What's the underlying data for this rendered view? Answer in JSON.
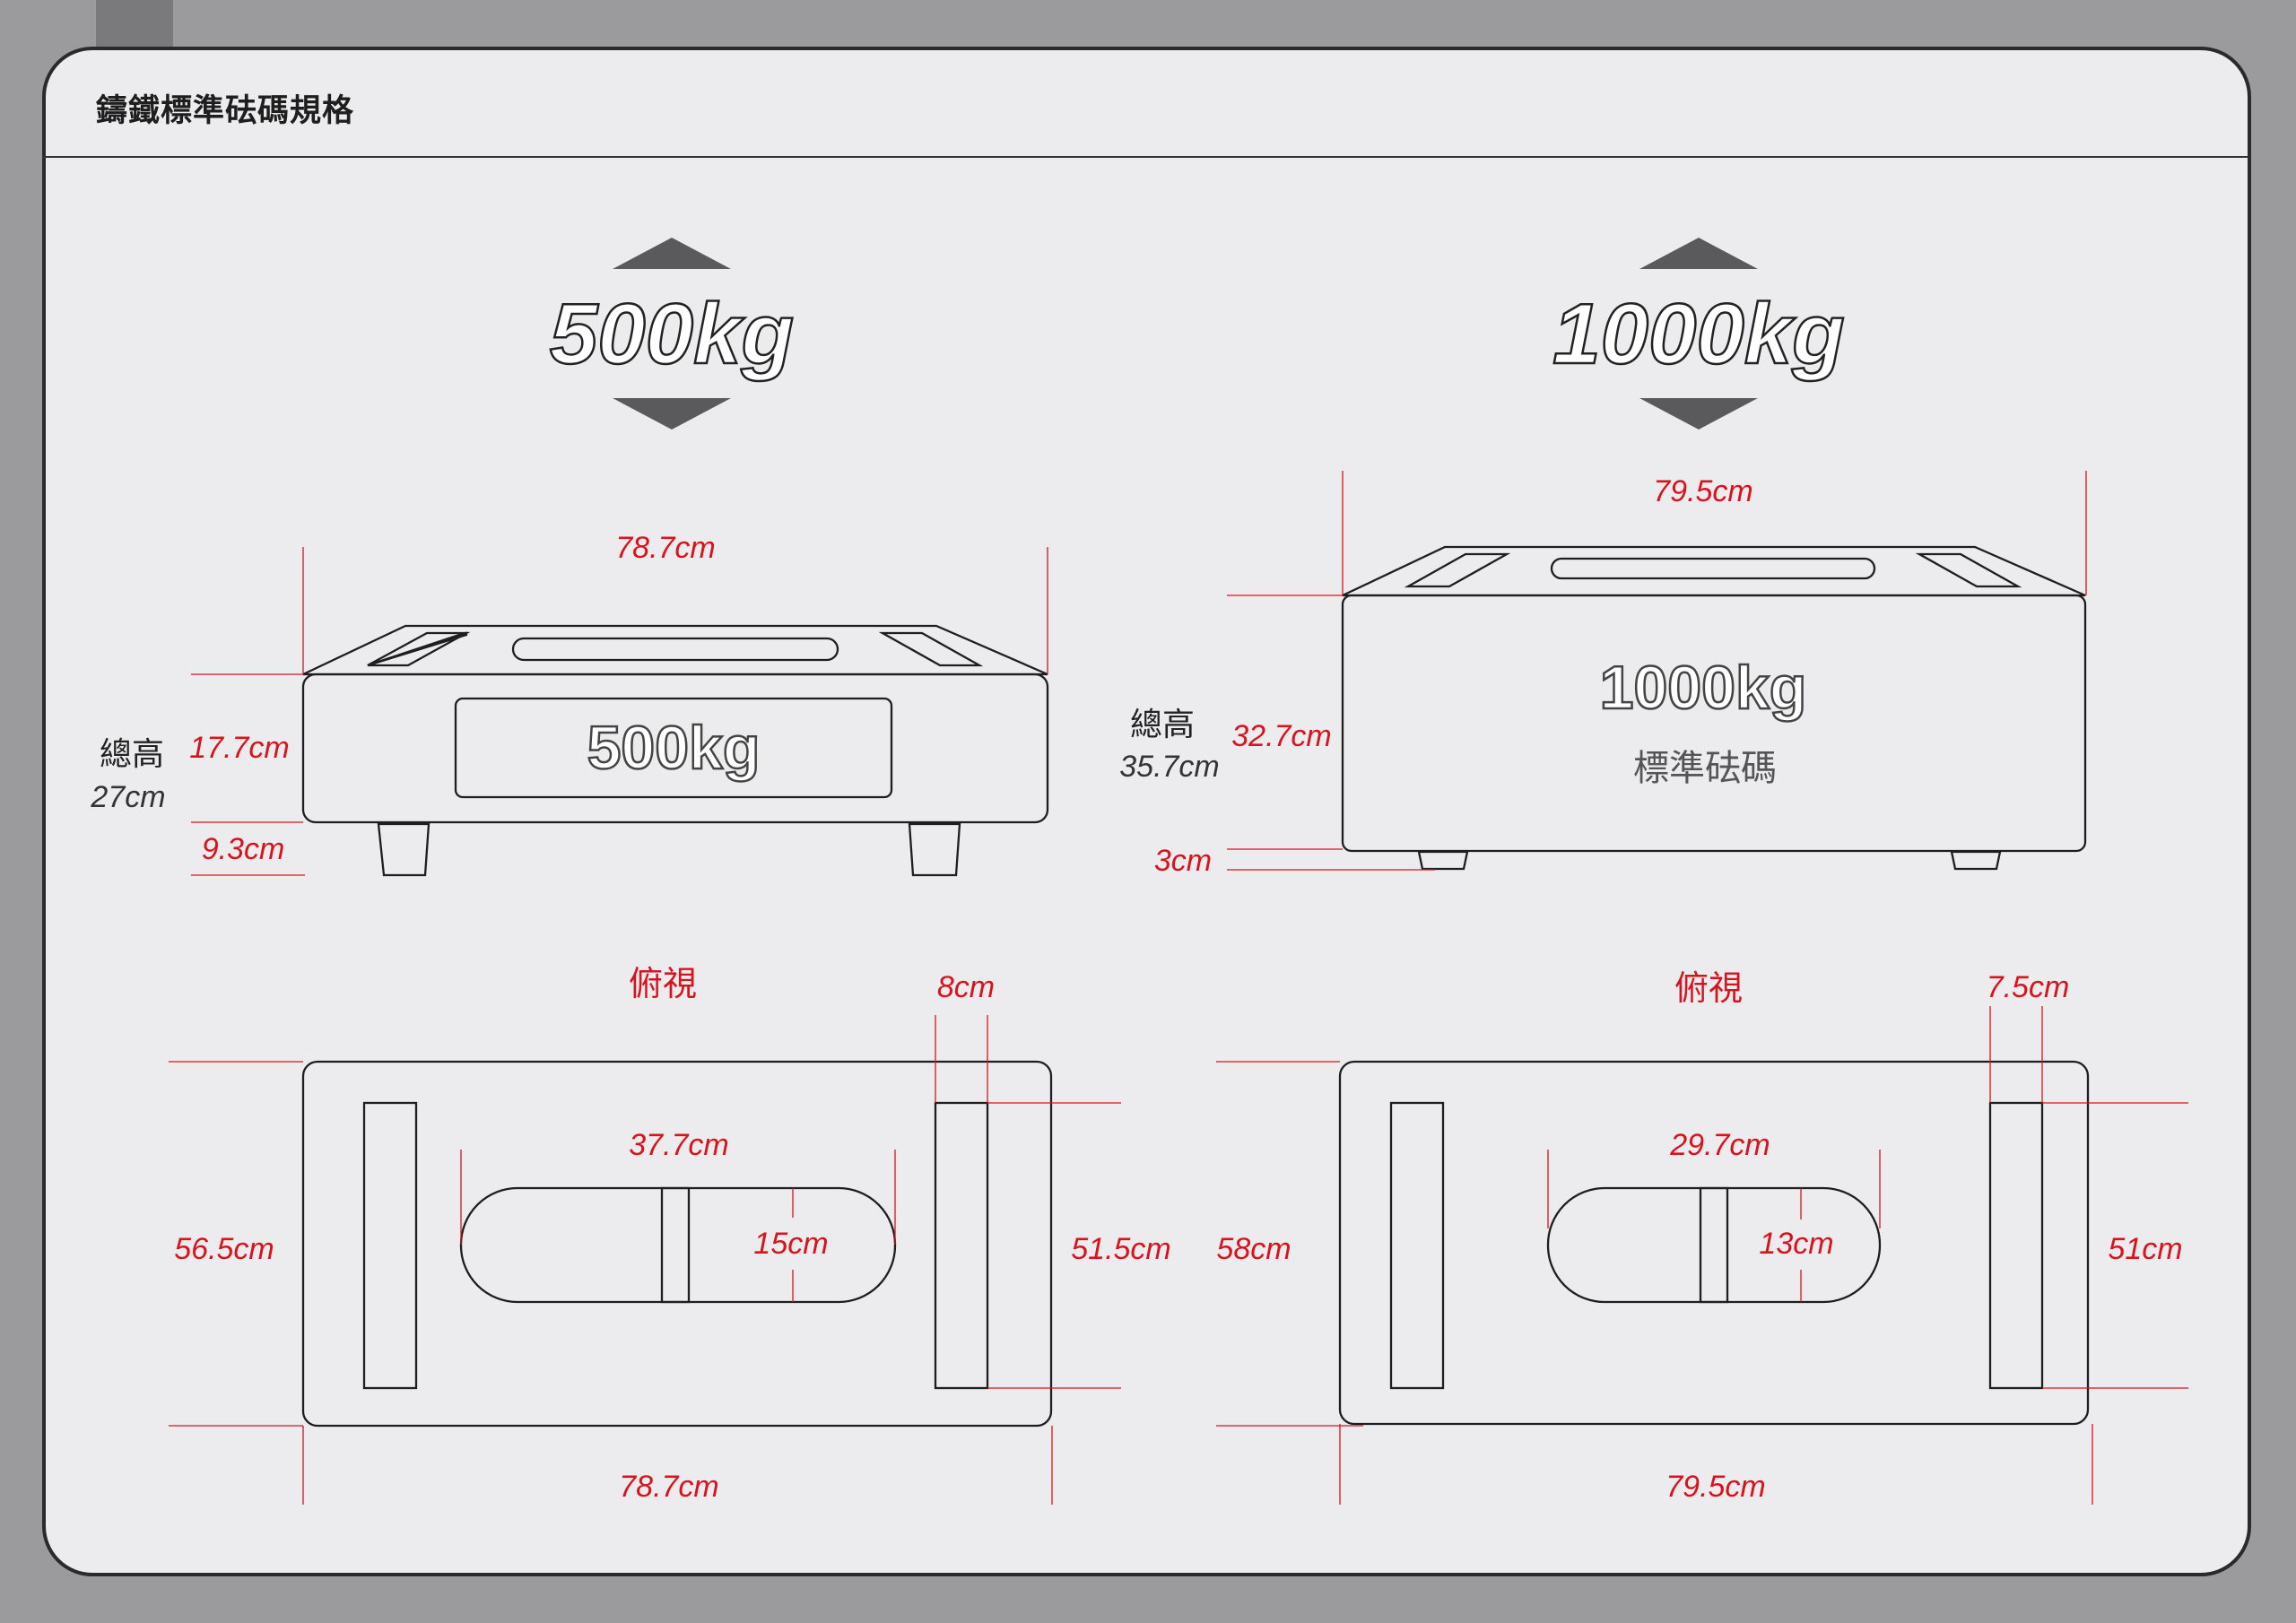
{
  "title": "鑄鐵標準砝碼規格",
  "w500": {
    "badge": "500kg",
    "front": {
      "width": "78.7cm",
      "total_label": "總高",
      "total_value": "27cm",
      "body_height": "17.7cm",
      "leg_height": "9.3cm",
      "plate_text": "500kg"
    },
    "top": {
      "label": "俯視",
      "handle_width": "8cm",
      "grip_length": "37.7cm",
      "grip_width": "15cm",
      "depth_left": "56.5cm",
      "depth_right": "51.5cm",
      "width": "78.7cm"
    }
  },
  "w1000": {
    "badge": "1000kg",
    "front": {
      "width": "79.5cm",
      "total_label": "總高",
      "total_value": "35.7cm",
      "body_height": "32.7cm",
      "leg_height": "3cm",
      "plate_text": "1000kg",
      "plate_sub": "標準砝碼"
    },
    "top": {
      "label": "俯視",
      "handle_width": "7.5cm",
      "grip_length": "29.7cm",
      "grip_width": "13cm",
      "depth_left": "58cm",
      "depth_right": "51cm",
      "width": "79.5cm"
    }
  },
  "colors": {
    "dimension": "#d7141d",
    "outline": "#1e1e1e",
    "background": "#ececee",
    "frame": "#9b9b9d"
  }
}
